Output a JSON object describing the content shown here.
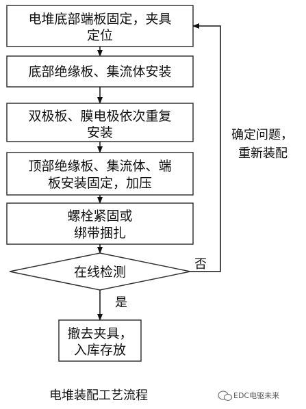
{
  "steps": [
    {
      "lines": [
        "电堆底部端板固定，夹具",
        "定位"
      ]
    },
    {
      "lines": [
        "底部绝缘板、集流体安装"
      ]
    },
    {
      "lines": [
        "双极板、膜电极依次重复",
        "安装"
      ]
    },
    {
      "lines": [
        "顶部绝缘板、集流体、端",
        "板安装固定，加压"
      ]
    },
    {
      "lines": [
        "螺栓紧固或",
        "绑带捆扎"
      ]
    }
  ],
  "decision": {
    "label": "在线检测"
  },
  "yes_label": "是",
  "no_label": "否",
  "feedback_label": [
    "确定问题，",
    "重新装配"
  ],
  "end_step": {
    "lines": [
      "撤去夹具，",
      "入库存放"
    ]
  },
  "caption": "电堆装配工艺流程",
  "watermark": "EDC电驱未来"
}
